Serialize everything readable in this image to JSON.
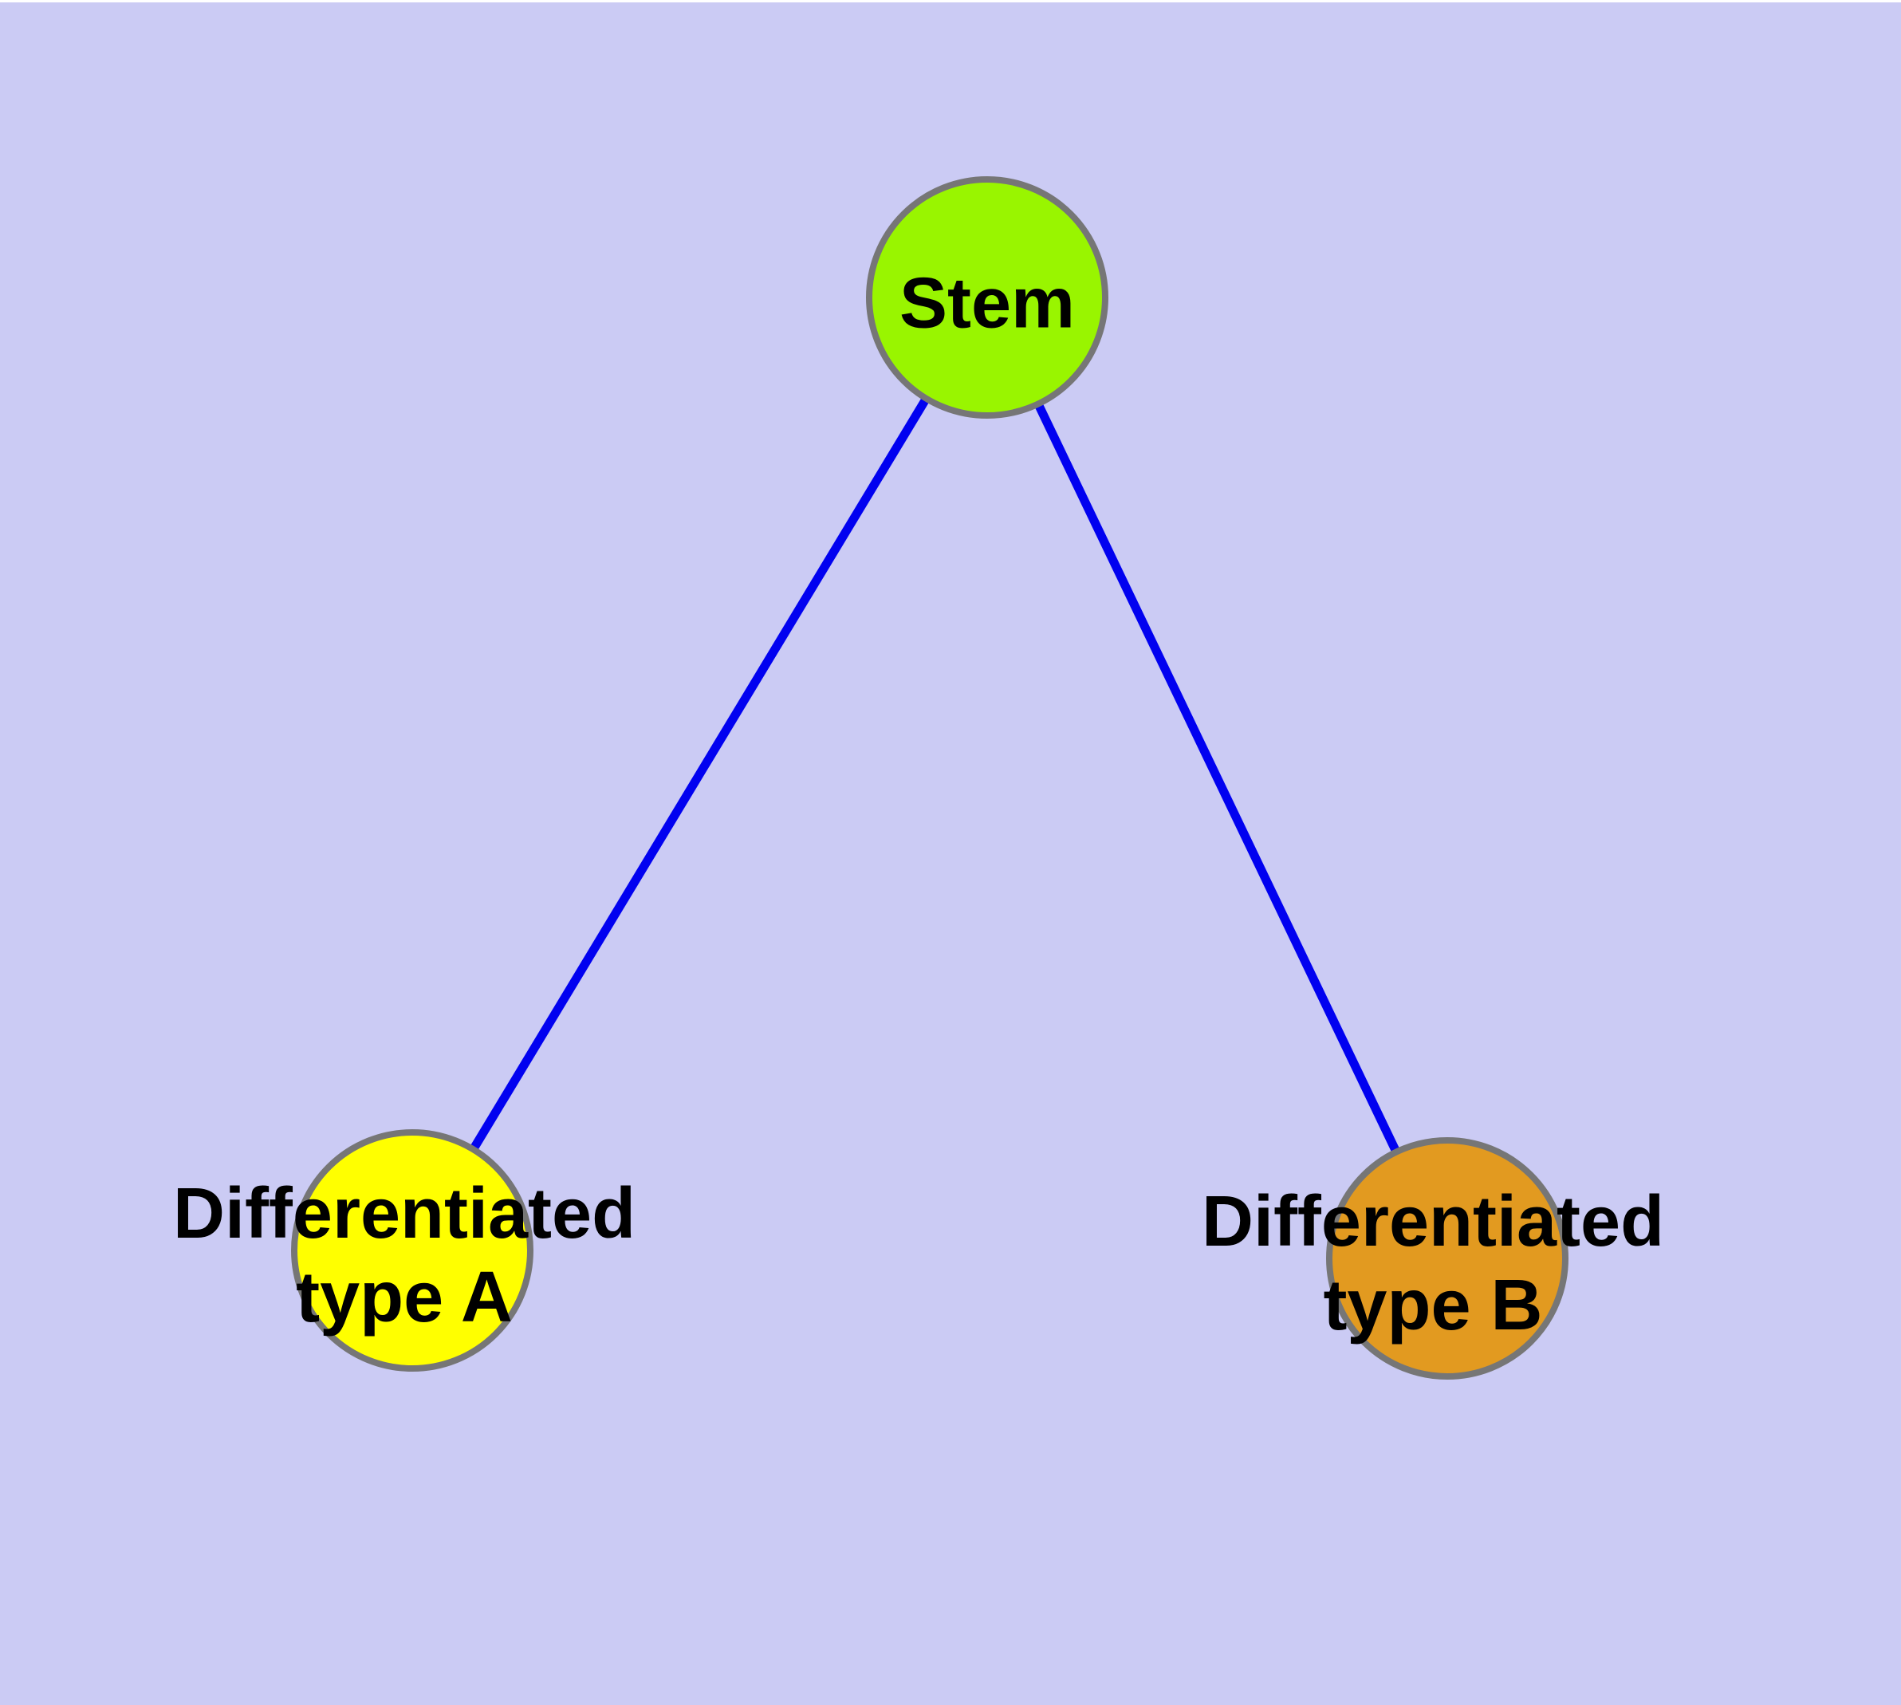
{
  "canvas": {
    "background_color": "#cbcbf4",
    "top_strip_color": "#ffffff"
  },
  "diagram": {
    "type": "node-link-graph",
    "description": "Stem cell differentiation tree: one stem node branching to two differentiated cell types",
    "styles": {
      "node_border_color": "#767676",
      "edge_color": "#0101f0",
      "label_color": "#000000"
    },
    "nodes": [
      {
        "id": "stem",
        "label": "Stem",
        "label_line1": "Stem",
        "label_line2": "",
        "fill": "#99f500",
        "border_color": "#767676"
      },
      {
        "id": "differentiated-type-a",
        "label": "Differentiated type A",
        "label_line1": "Differentiated",
        "label_line2": "type A",
        "fill": "#ffff00",
        "border_color": "#767676"
      },
      {
        "id": "differentiated-type-b",
        "label": "Differentiated type B",
        "label_line1": "Differentiated",
        "label_line2": "type B",
        "fill": "#e29a20",
        "border_color": "#767676"
      }
    ],
    "edges": [
      {
        "from": "stem",
        "to": "differentiated-type-a",
        "color": "#0101f0"
      },
      {
        "from": "stem",
        "to": "differentiated-type-b",
        "color": "#0101f0"
      }
    ]
  }
}
